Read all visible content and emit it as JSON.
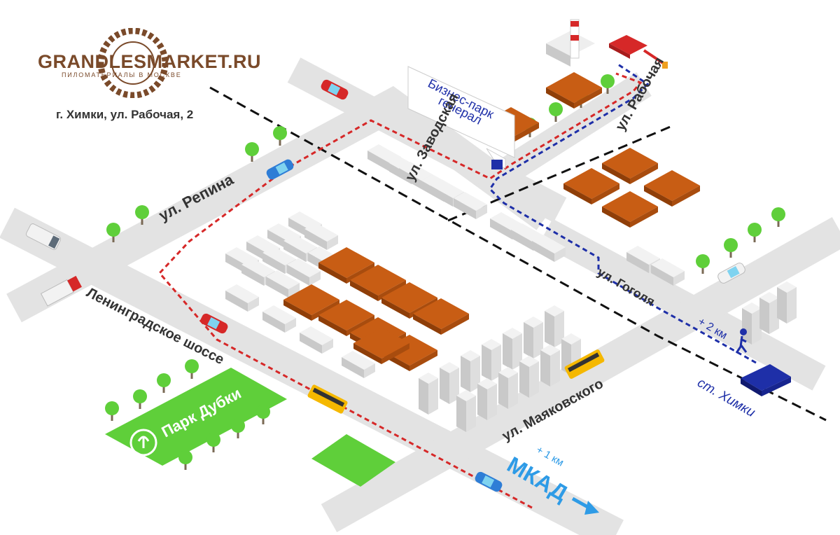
{
  "logo": {
    "name": "GRANDLESMARKET.RU",
    "tagline": "ПИЛОМАТЕРИАЛЫ В МОСКВЕ"
  },
  "address": "г. Химки, ул. Рабочая, 2",
  "streets": {
    "repina": "ул. Репина",
    "leningradskoe": "Ленинградское шоссе",
    "zavodskaya": "ул. Заводская",
    "rabochaya": "ул. Рабочая",
    "gogolya": "ул. Гоголя",
    "mayakovskogo": "ул. Маяковского"
  },
  "business_park": {
    "line1": "Бизнес-парк",
    "line2": "генерал"
  },
  "park": "Парк Дубки",
  "station": "ст. Химки",
  "walk_distance": "+ 2 км",
  "mkad": {
    "distance": "+ 1 км",
    "label": "МКАД"
  },
  "colors": {
    "road": "#e3e3e3",
    "wood": "#c55a11",
    "park": "#5fcf3a",
    "route_car": "#d62828",
    "route_walk": "#1e2fa8",
    "mkad": "#2e9be6",
    "logo": "#7a4a2a"
  }
}
